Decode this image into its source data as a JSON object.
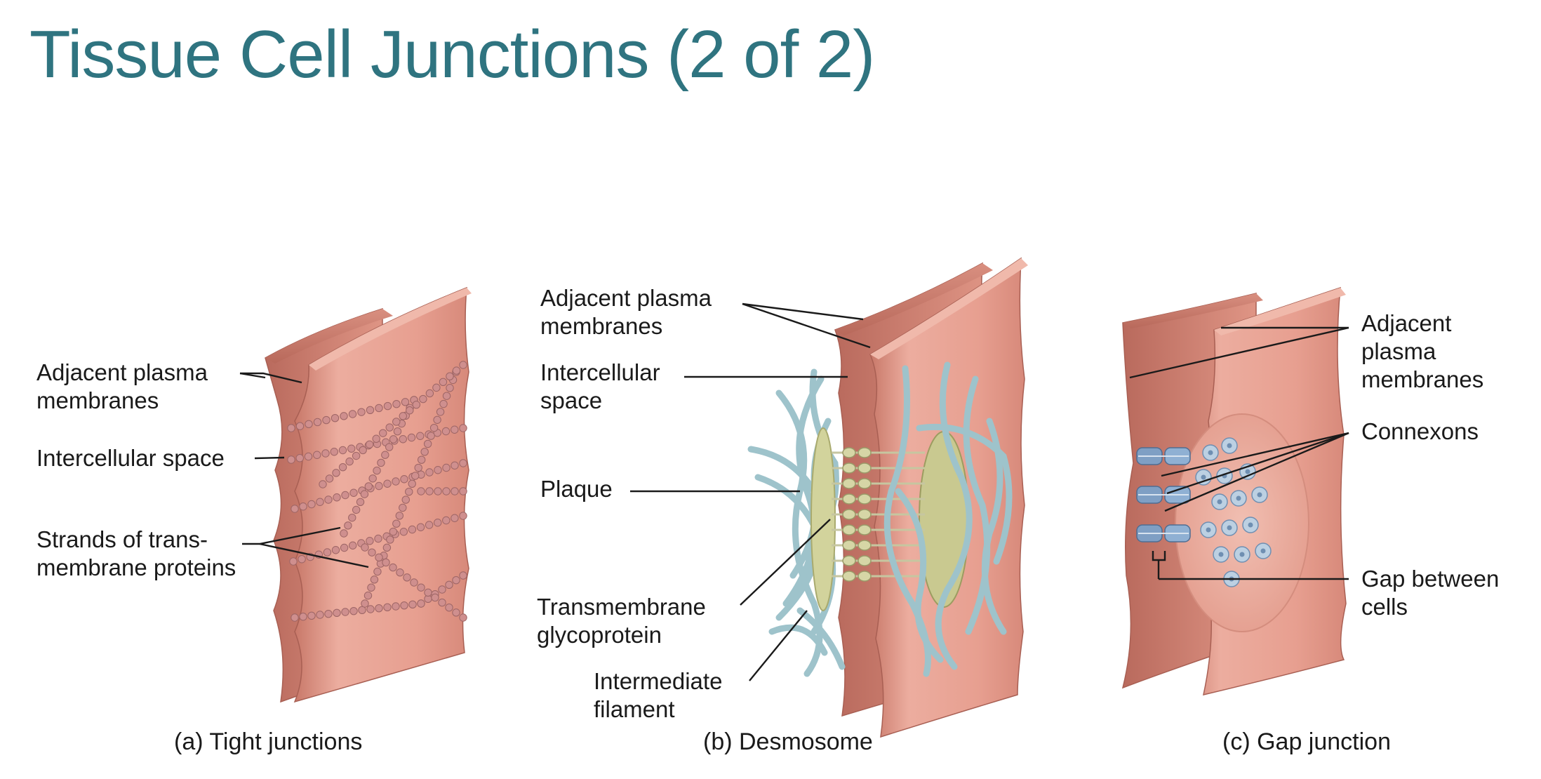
{
  "title": "Tissue Cell Junctions (2 of 2)",
  "panels": [
    {
      "caption": "(a) Tight junctions",
      "labels": {
        "membranes_1": "Adjacent plasma",
        "membranes_2": "membranes",
        "space": "Intercellular space",
        "strands_1": "Strands of trans-",
        "strands_2": "membrane proteins"
      }
    },
    {
      "caption": "(b) Desmosome",
      "labels": {
        "membranes_1": "Adjacent plasma",
        "membranes_2": "membranes",
        "space_1": "Intercellular",
        "space_2": "space",
        "plaque": "Plaque",
        "glyco_1": "Transmembrane",
        "glyco_2": "glycoprotein",
        "filament_1": "Intermediate",
        "filament_2": "filament"
      }
    },
    {
      "caption": "(c) Gap junction",
      "labels": {
        "membranes_1": "Adjacent",
        "membranes_2": "plasma",
        "membranes_3": "membranes",
        "connexons": "Connexons",
        "gap_1": "Gap between",
        "gap_2": "cells"
      }
    }
  ],
  "colors": {
    "title": "#2f7480",
    "membrane": "#e59d8e",
    "membrane_dark": "#c9786a",
    "filament": "#a9ccd3",
    "plaque": "#cfcf98",
    "connexon": "#7f9fc4",
    "bead": "#cf8f8e"
  }
}
